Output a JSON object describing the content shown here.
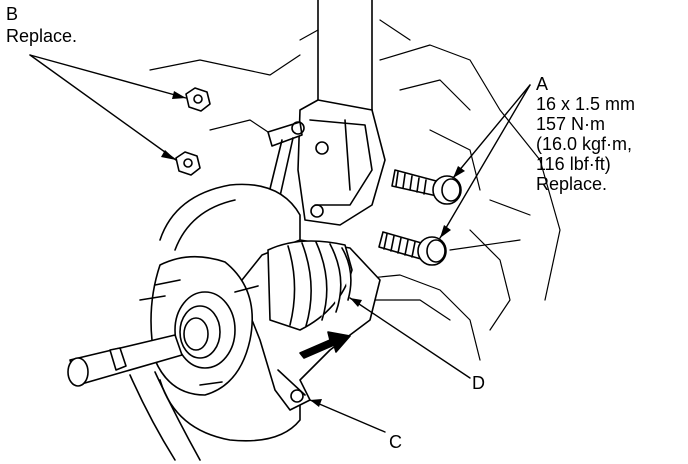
{
  "callouts": {
    "b": {
      "letter": "B",
      "note": "Replace."
    },
    "a": {
      "letter": "A",
      "lines": [
        "16 x 1.5 mm",
        "157 N·m",
        "(16.0 kgf·m,",
        "116 lbf·ft)",
        "Replace."
      ]
    },
    "c": {
      "letter": "C"
    },
    "d": {
      "letter": "D"
    }
  },
  "colors": {
    "ink": "#000000",
    "paper": "#ffffff",
    "shade": "#e8e8e8"
  }
}
